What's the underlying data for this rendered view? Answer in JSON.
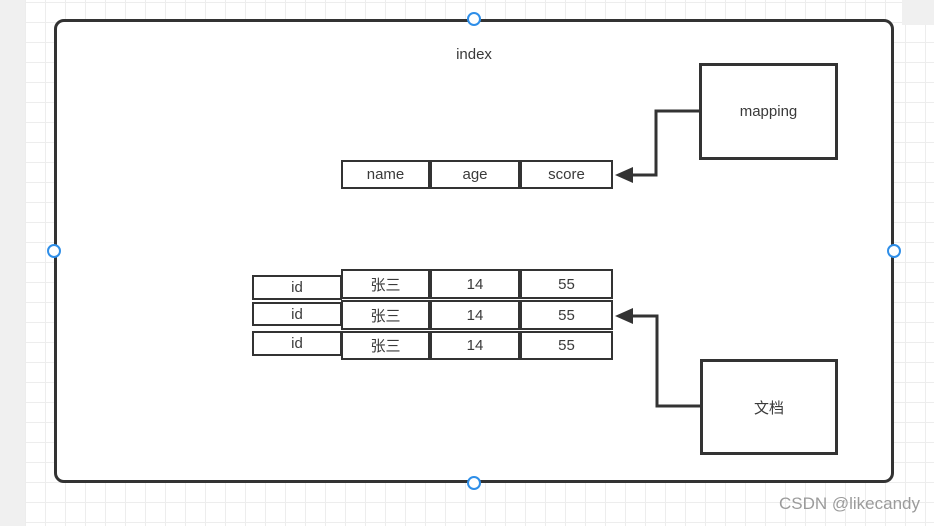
{
  "diagram": {
    "index_label": "index",
    "mapping_label": "mapping",
    "document_label": "文档",
    "header": {
      "cells": [
        "name",
        "age",
        "score"
      ]
    },
    "rows": [
      {
        "id_label": "id",
        "cells": [
          "张三",
          "14",
          "55"
        ]
      },
      {
        "id_label": "id",
        "cells": [
          "张三",
          "14",
          "55"
        ]
      },
      {
        "id_label": "id",
        "cells": [
          "张三",
          "14",
          "55"
        ]
      }
    ]
  },
  "selection": {
    "handle_color": "#2e8ee8",
    "handles": [
      "top",
      "right",
      "bottom",
      "left"
    ]
  },
  "colors": {
    "shape_border": "#333333",
    "shape_text": "#3a3a3a",
    "grid_line": "#ededed",
    "watermark": "#9b9b9b"
  },
  "watermark": {
    "text": "CSDN @likecandy"
  }
}
